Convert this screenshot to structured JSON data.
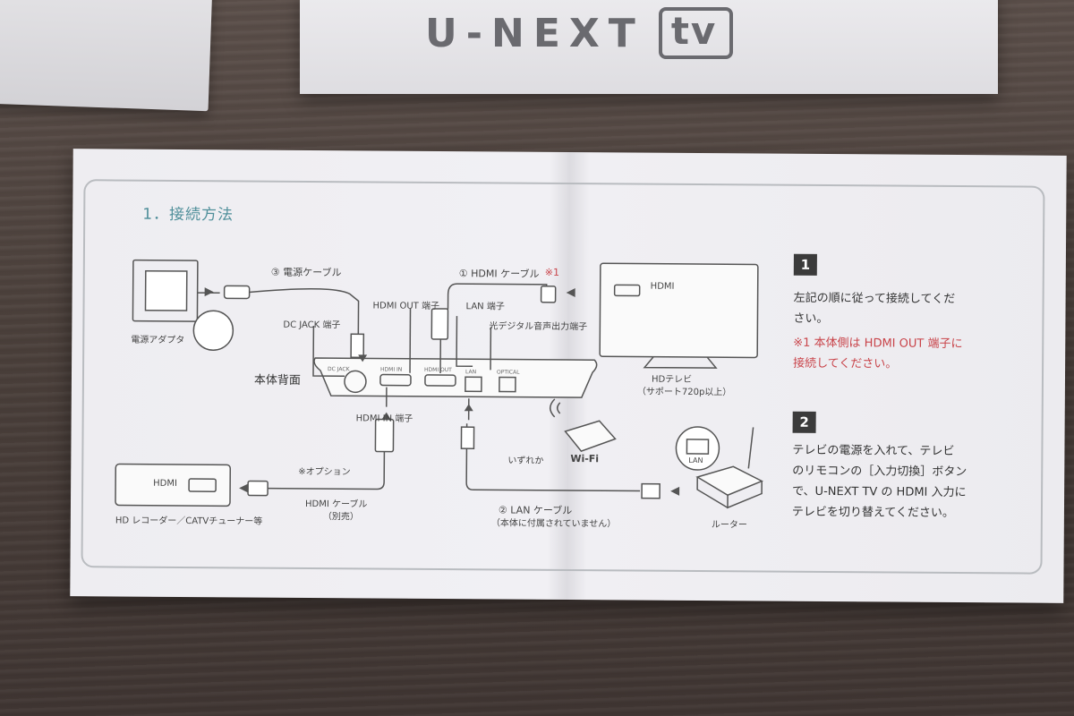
{
  "brand": {
    "name": "U-NEXT",
    "tv": "tv"
  },
  "manual": {
    "title": "1．接続方法",
    "labels": {
      "power_cable": "③ 電源ケーブル",
      "power_adapter": "電源アダプタ",
      "hdmi_cable_tv": "① HDMI ケーブル",
      "hdmi_cable_note_mark": "※1",
      "hdmi_out_port": "HDMI OUT 端子",
      "lan_port": "LAN 端子",
      "dc_jack_port": "DC JACK 端子",
      "optical_port": "光デジタル音声出力端子",
      "unit_back": "本体背面",
      "hdmi_in_port": "HDMI IN 端子",
      "tv_hdmi": "HDMI",
      "hd_tv": "HDテレビ",
      "hd_tv_support": "（サポート720p以上）",
      "either": "いずれか",
      "wifi": "Wi-Fi",
      "lan": "LAN",
      "option": "※オプション",
      "recorder_hdmi": "HDMI",
      "recorder": "HD レコーダー／CATVチューナー等",
      "hdmi_cable_sold": "HDMI ケーブル",
      "sold_separately": "（別売）",
      "lan_cable": "② LAN ケーブル",
      "lan_not_included": "（本体に付属されていません）",
      "router": "ルーター"
    },
    "steps": [
      {
        "number": "1",
        "text_line1": "左記の順に従って接続してくだ",
        "text_line2": "さい。",
        "note_line1": "※1 本体側は HDMI OUT 端子に",
        "note_line2": "接続してください。"
      },
      {
        "number": "2",
        "text_line1": "テレビの電源を入れて、テレビ",
        "text_line2": "のリモコンの［入力切換］ボタン",
        "text_line3": "で、U-NEXT TV の HDMI 入力に",
        "text_line4": "テレビを切り替えてください。"
      }
    ]
  }
}
